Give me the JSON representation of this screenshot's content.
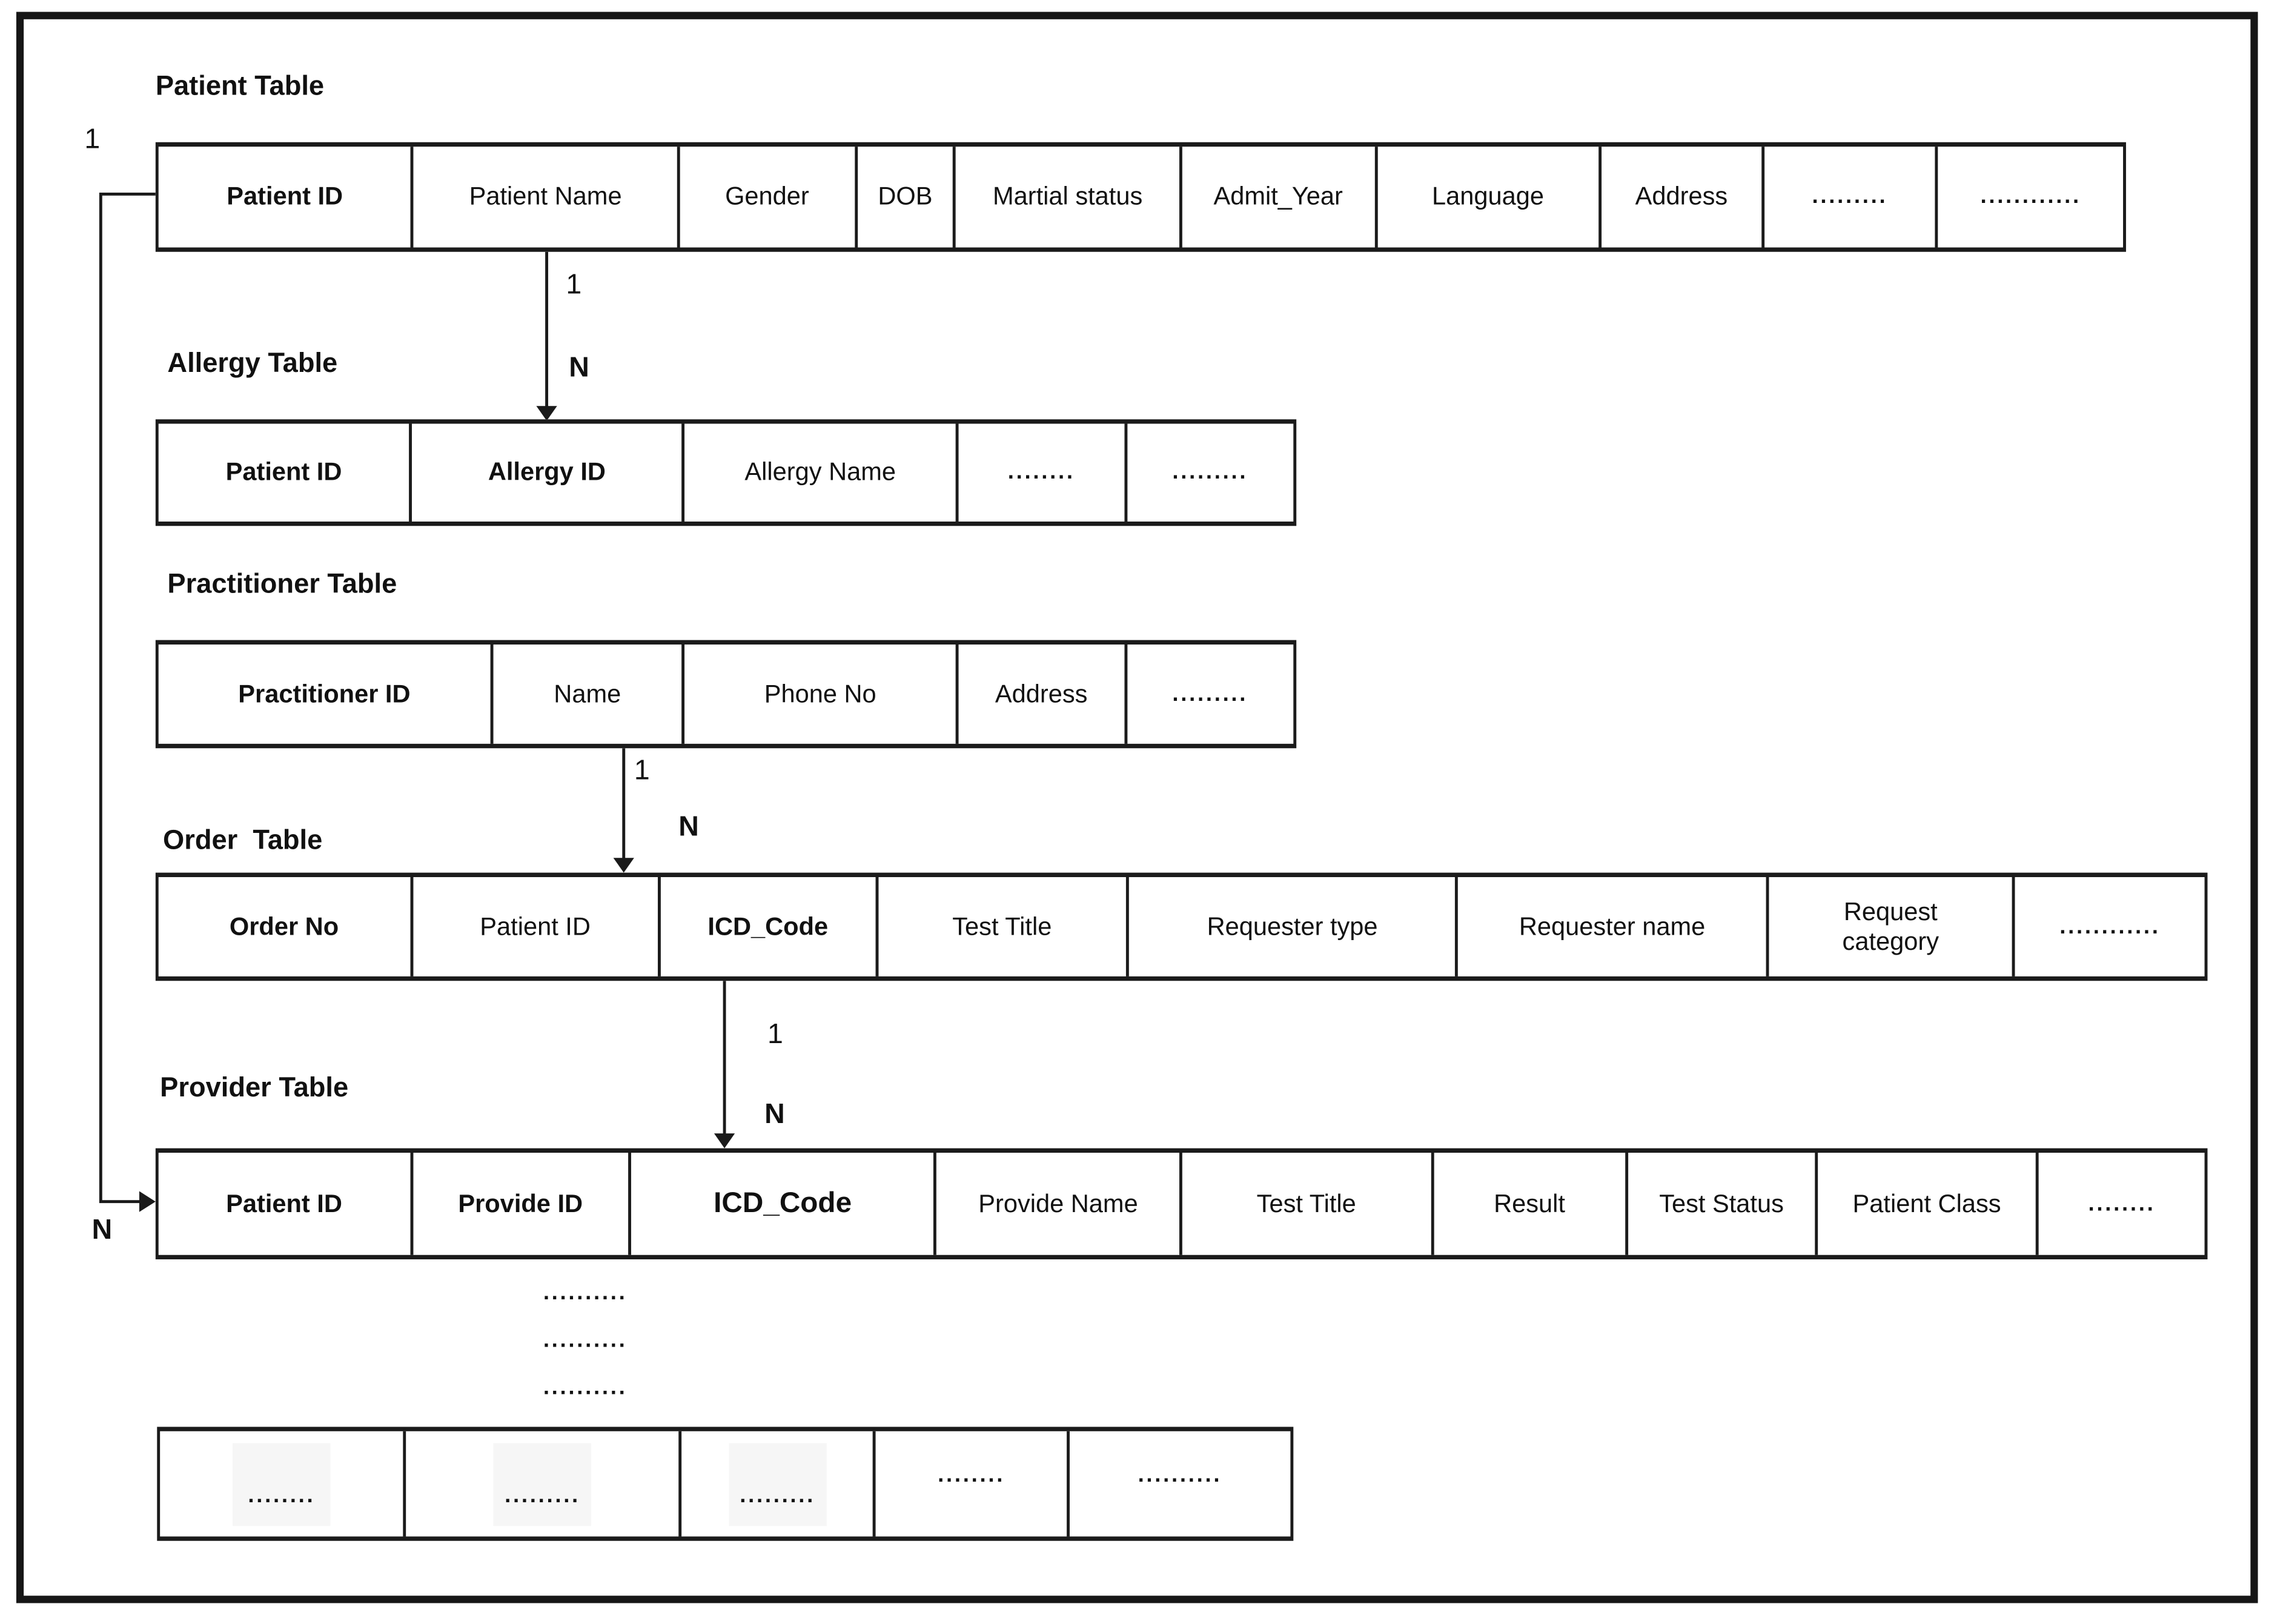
{
  "tables": {
    "patient": {
      "title": "Patient Table",
      "columns": [
        "Patient ID",
        "Patient Name",
        "Gender",
        "DOB",
        "Martial status",
        "Admit_Year",
        "Language",
        "Address",
        ".........",
        "............"
      ]
    },
    "allergy": {
      "title": "Allergy Table",
      "columns": [
        "Patient ID",
        "Allergy ID",
        "Allergy Name",
        "........",
        "........."
      ]
    },
    "practitioner": {
      "title": "Practitioner Table",
      "columns": [
        "Practitioner ID",
        "Name",
        "Phone No",
        "Address",
        "........."
      ]
    },
    "order": {
      "title": "Order  Table",
      "columns": [
        "Order No",
        "Patient ID",
        "ICD_Code",
        "Test Title",
        "Requester type",
        "Requester name",
        "Request category",
        "............"
      ]
    },
    "provider": {
      "title": "Provider Table",
      "columns": [
        "Patient ID",
        "Provide ID",
        "ICD_Code",
        "Provide Name",
        "Test Title",
        "Result",
        "Test Status",
        "Patient Class",
        "........"
      ]
    }
  },
  "connectors": [
    {
      "from": "Patient Table",
      "to": "Allergy Table",
      "one": "1",
      "many": "N"
    },
    {
      "from": "Practitioner Table",
      "to": "Order Table",
      "one": "1",
      "many": "N"
    },
    {
      "from": "Order Table",
      "to": "Provider Table",
      "one": "1",
      "many": "N"
    },
    {
      "from": "Patient Table",
      "to": "Provider Table",
      "one": "1",
      "many": "N"
    }
  ],
  "ellipsis_rows": [
    "..........",
    "..........",
    ".........."
  ],
  "bottom_row": [
    "........",
    ".........",
    ".........",
    "........",
    ".........."
  ],
  "colors": {
    "line": "#1a1a1a",
    "background": "#ffffff",
    "text": "#111111"
  }
}
